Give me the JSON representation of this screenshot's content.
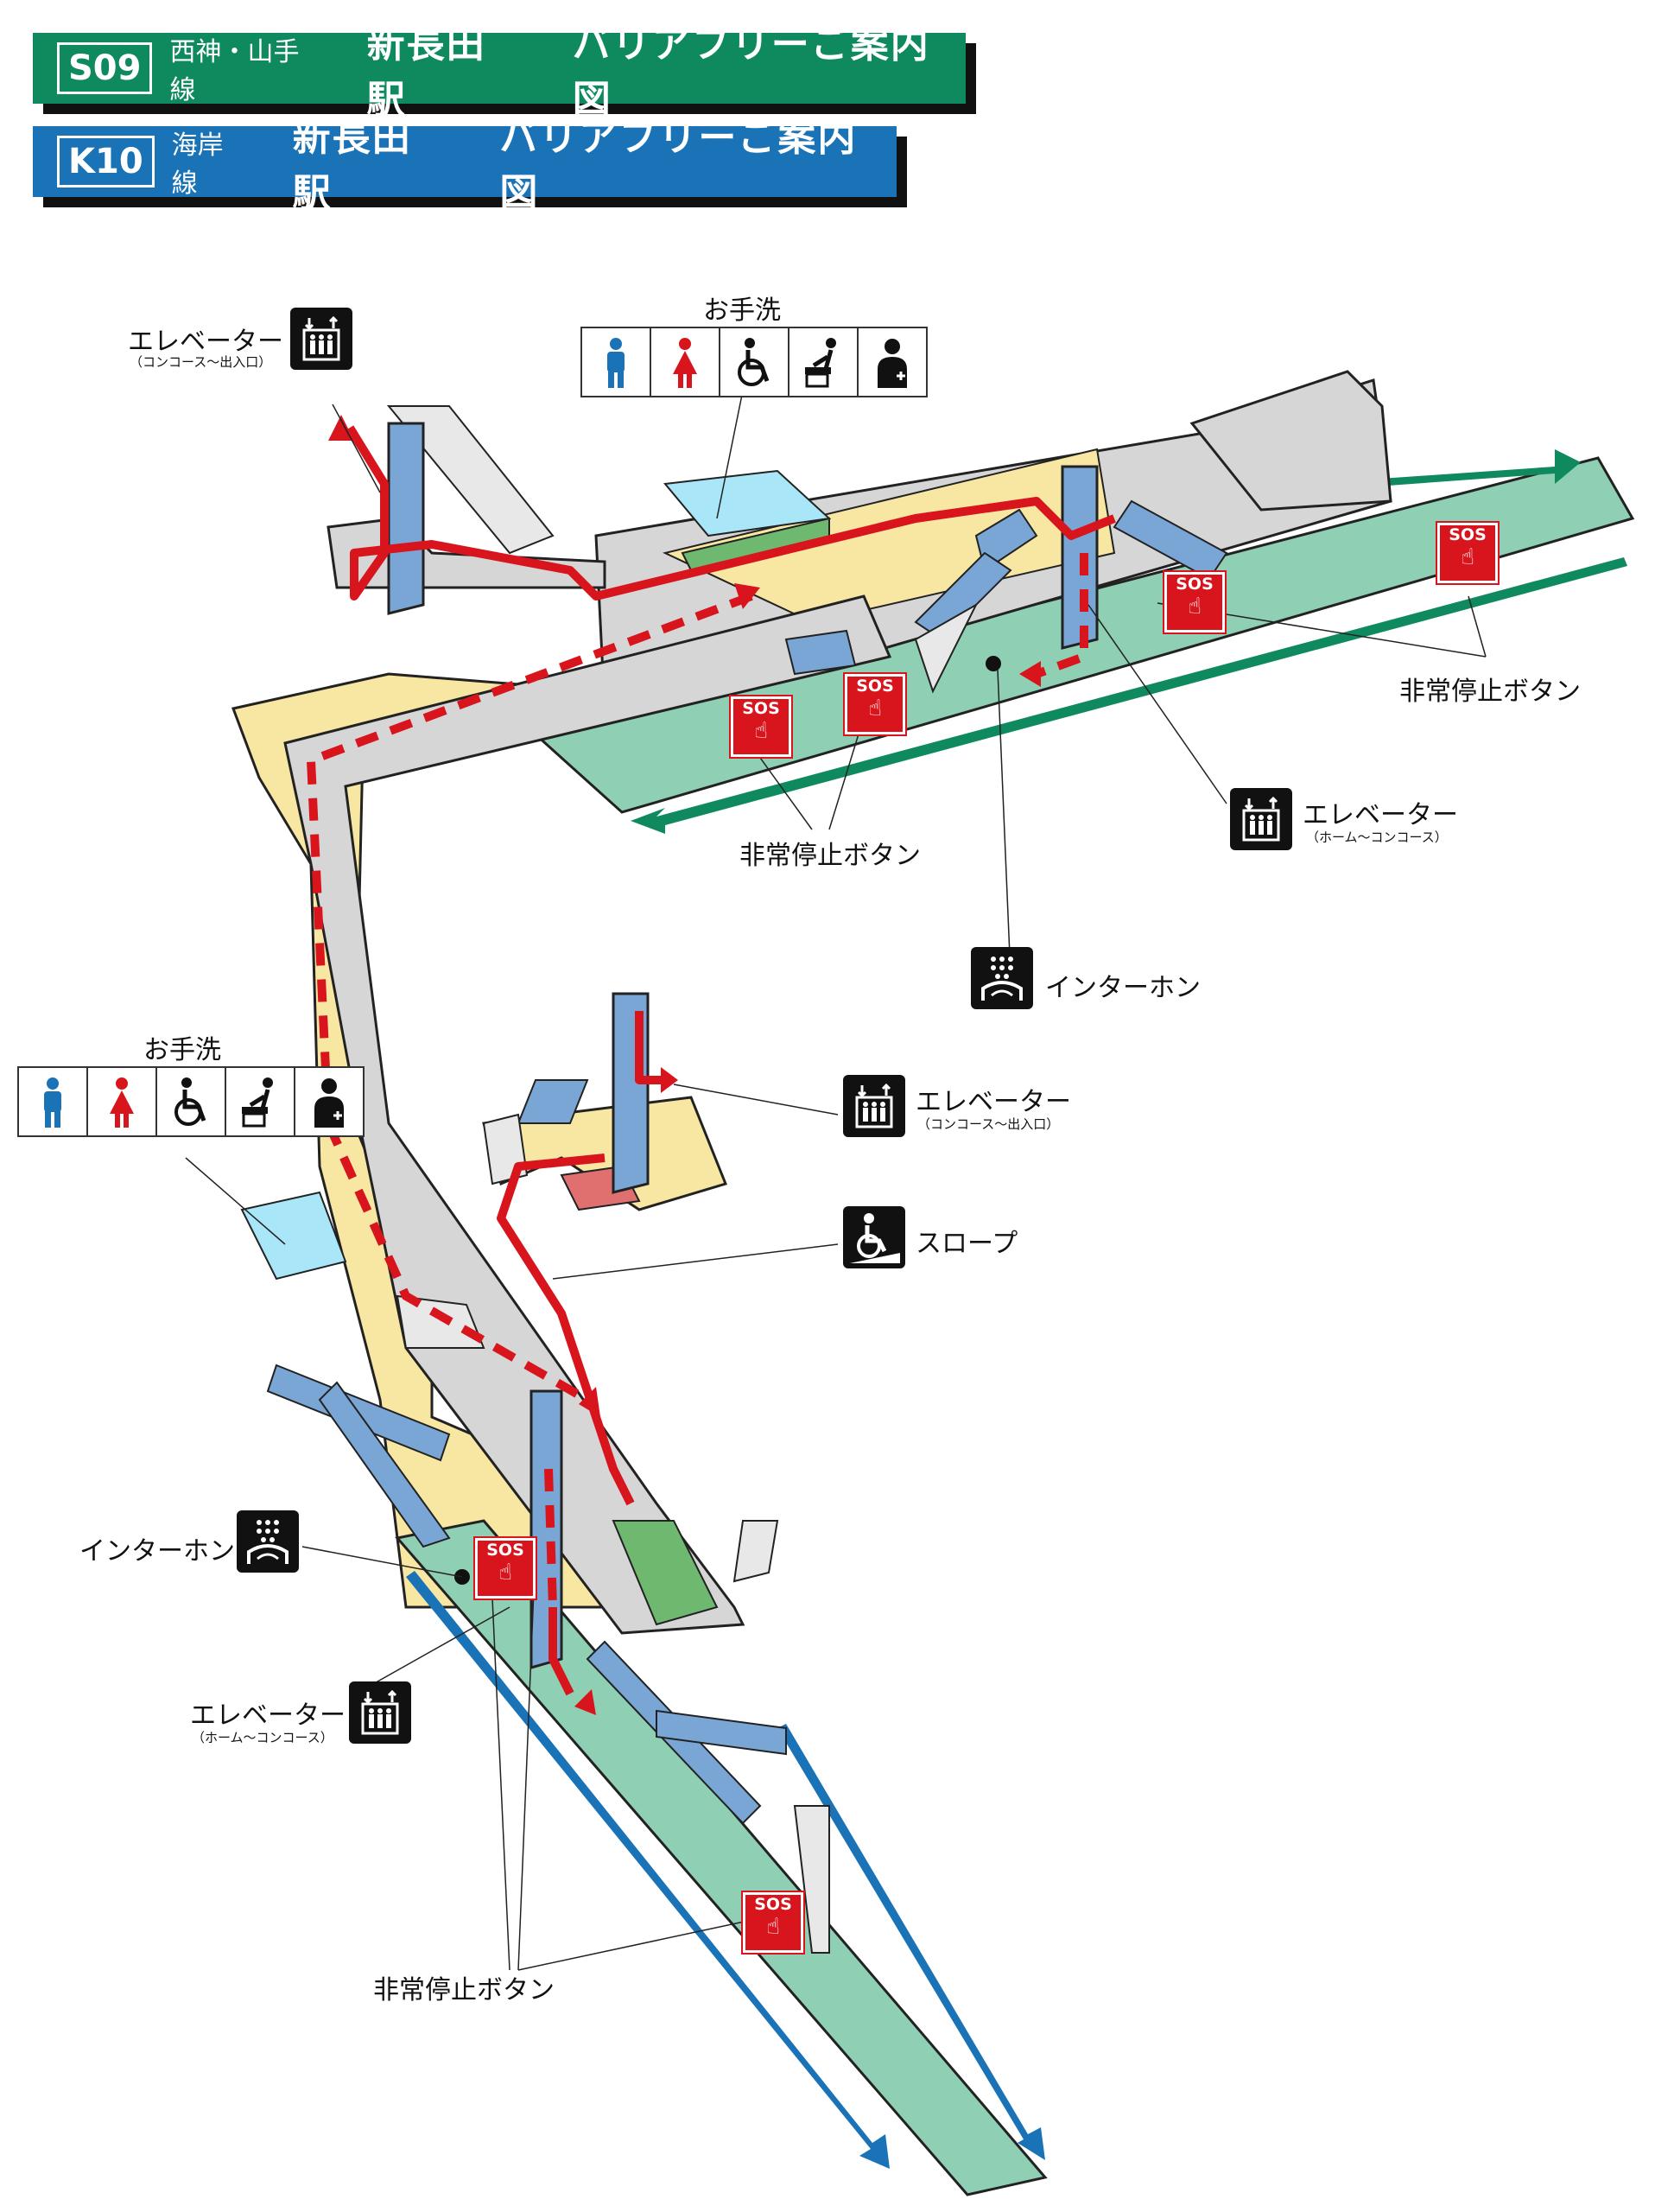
{
  "header": {
    "seishin": {
      "code": "S09",
      "line": "西神・山手線",
      "station": "新長田駅",
      "guide": "バリアフリーご案内図"
    },
    "kaigan": {
      "code": "K10",
      "line": "海岸線",
      "station": "新長田駅",
      "guide": "バリアフリーご案内図"
    }
  },
  "labels": {
    "elevator_top": {
      "title": "エレベーター",
      "sub": "（コンコース～出入口）"
    },
    "toilet_top": "お手洗",
    "emergency_right": "非常停止ボタン",
    "emergency_center": "非常停止ボタン",
    "elevator_platform_top": {
      "title": "エレベーター",
      "sub": "（ホーム～コンコース）"
    },
    "intercom_top": "インターホン",
    "toilet_left": "お手洗",
    "elevator_mid": {
      "title": "エレベーター",
      "sub": "（コンコース～出入口）"
    },
    "slope": "スロープ",
    "intercom_bottom": "インターホン",
    "elevator_platform_bottom": {
      "title": "エレベーター",
      "sub": "（ホーム～コンコース）"
    },
    "emergency_bottom": "非常停止ボタン",
    "sos": "SOS"
  },
  "colors": {
    "seishin_green": "#0f8a5f",
    "kaigan_blue": "#1a73b6",
    "route_red": "#d8141c",
    "concourse_gray": "#d6d6d6",
    "corridor_yellow": "#f8e7a3",
    "platform_green": "#8fcfb3",
    "elevator_blue": "#7aa6d6",
    "toilet_cyan": "#a8e6f8"
  },
  "icons": [
    "elevator-icon",
    "male-toilet-icon",
    "female-toilet-icon",
    "wheelchair-icon",
    "baby-changing-icon",
    "ostomate-icon",
    "sos-button-icon",
    "intercom-icon",
    "slope-icon"
  ]
}
